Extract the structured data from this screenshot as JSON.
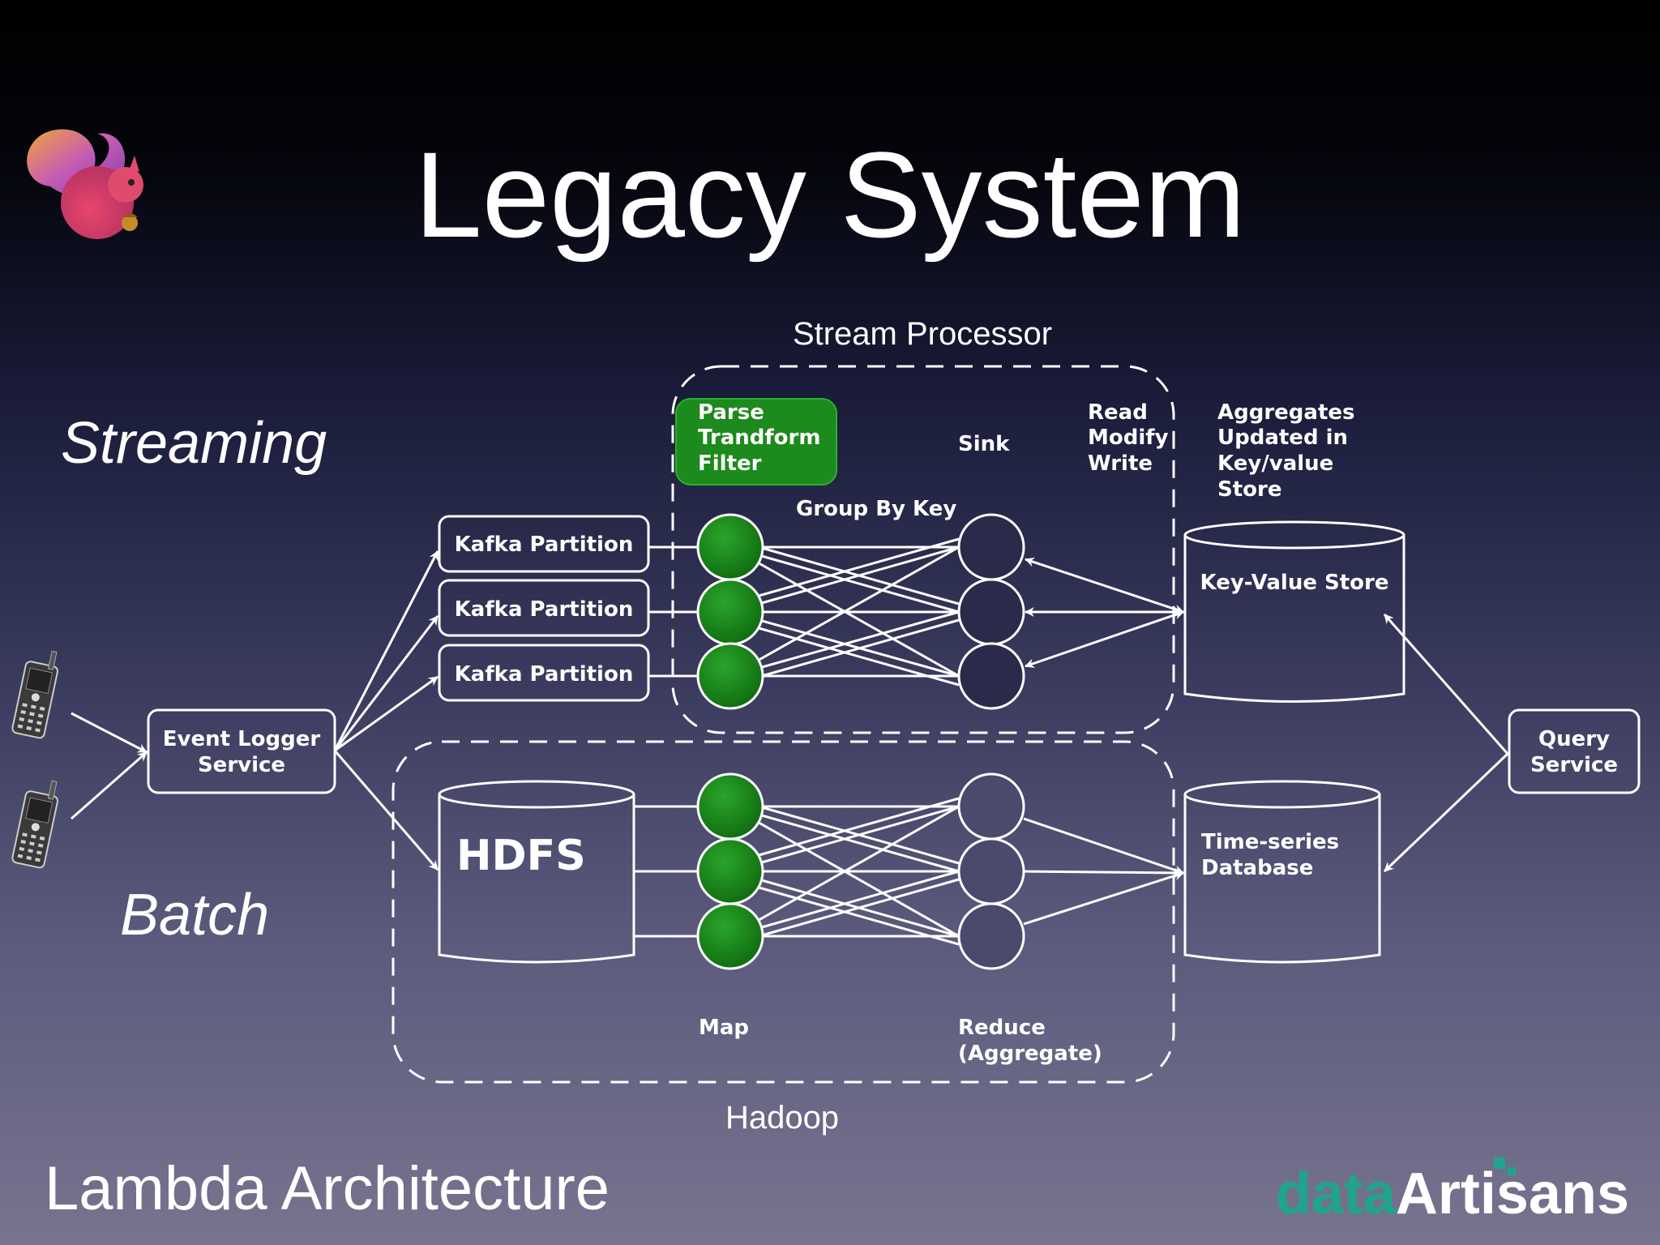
{
  "slide": {
    "title": "Legacy System",
    "footer": "Lambda Architecture",
    "brand": {
      "part1": "data",
      "part2": "Artisans",
      "color1": "#1fa58c",
      "color2": "#ffffff"
    },
    "streaming_label": "Streaming",
    "batch_label": "Batch"
  },
  "diagram": {
    "stream_processor_label": "Stream Processor",
    "hadoop_label": "Hadoop",
    "parse_box": {
      "line1": "Parse",
      "line2": "Trandform",
      "line3": "Filter",
      "color": "#1c8a1c"
    },
    "sink_label": "Sink",
    "group_by_key_label": "Group By Key",
    "read_modify_write": {
      "line1": "Read",
      "line2": "Modify",
      "line3": "Write"
    },
    "aggregates": {
      "line1": "Aggregates",
      "line2": "Updated in",
      "line3": "Key/value",
      "line4": "Store"
    },
    "kafka_partitions": [
      "Kafka Partition",
      "Kafka Partition",
      "Kafka Partition"
    ],
    "event_logger": {
      "line1": "Event Logger",
      "line2": "Service"
    },
    "hdfs_label": "HDFS",
    "key_value_store_label": "Key-Value Store",
    "timeseries": {
      "line1": "Time-series",
      "line2": "Database"
    },
    "query_service": {
      "line1": "Query",
      "line2": "Service"
    },
    "map_label": "Map",
    "reduce": {
      "line1": "Reduce",
      "line2": "(Aggregate)"
    },
    "node_color": "#1a8a1a"
  }
}
